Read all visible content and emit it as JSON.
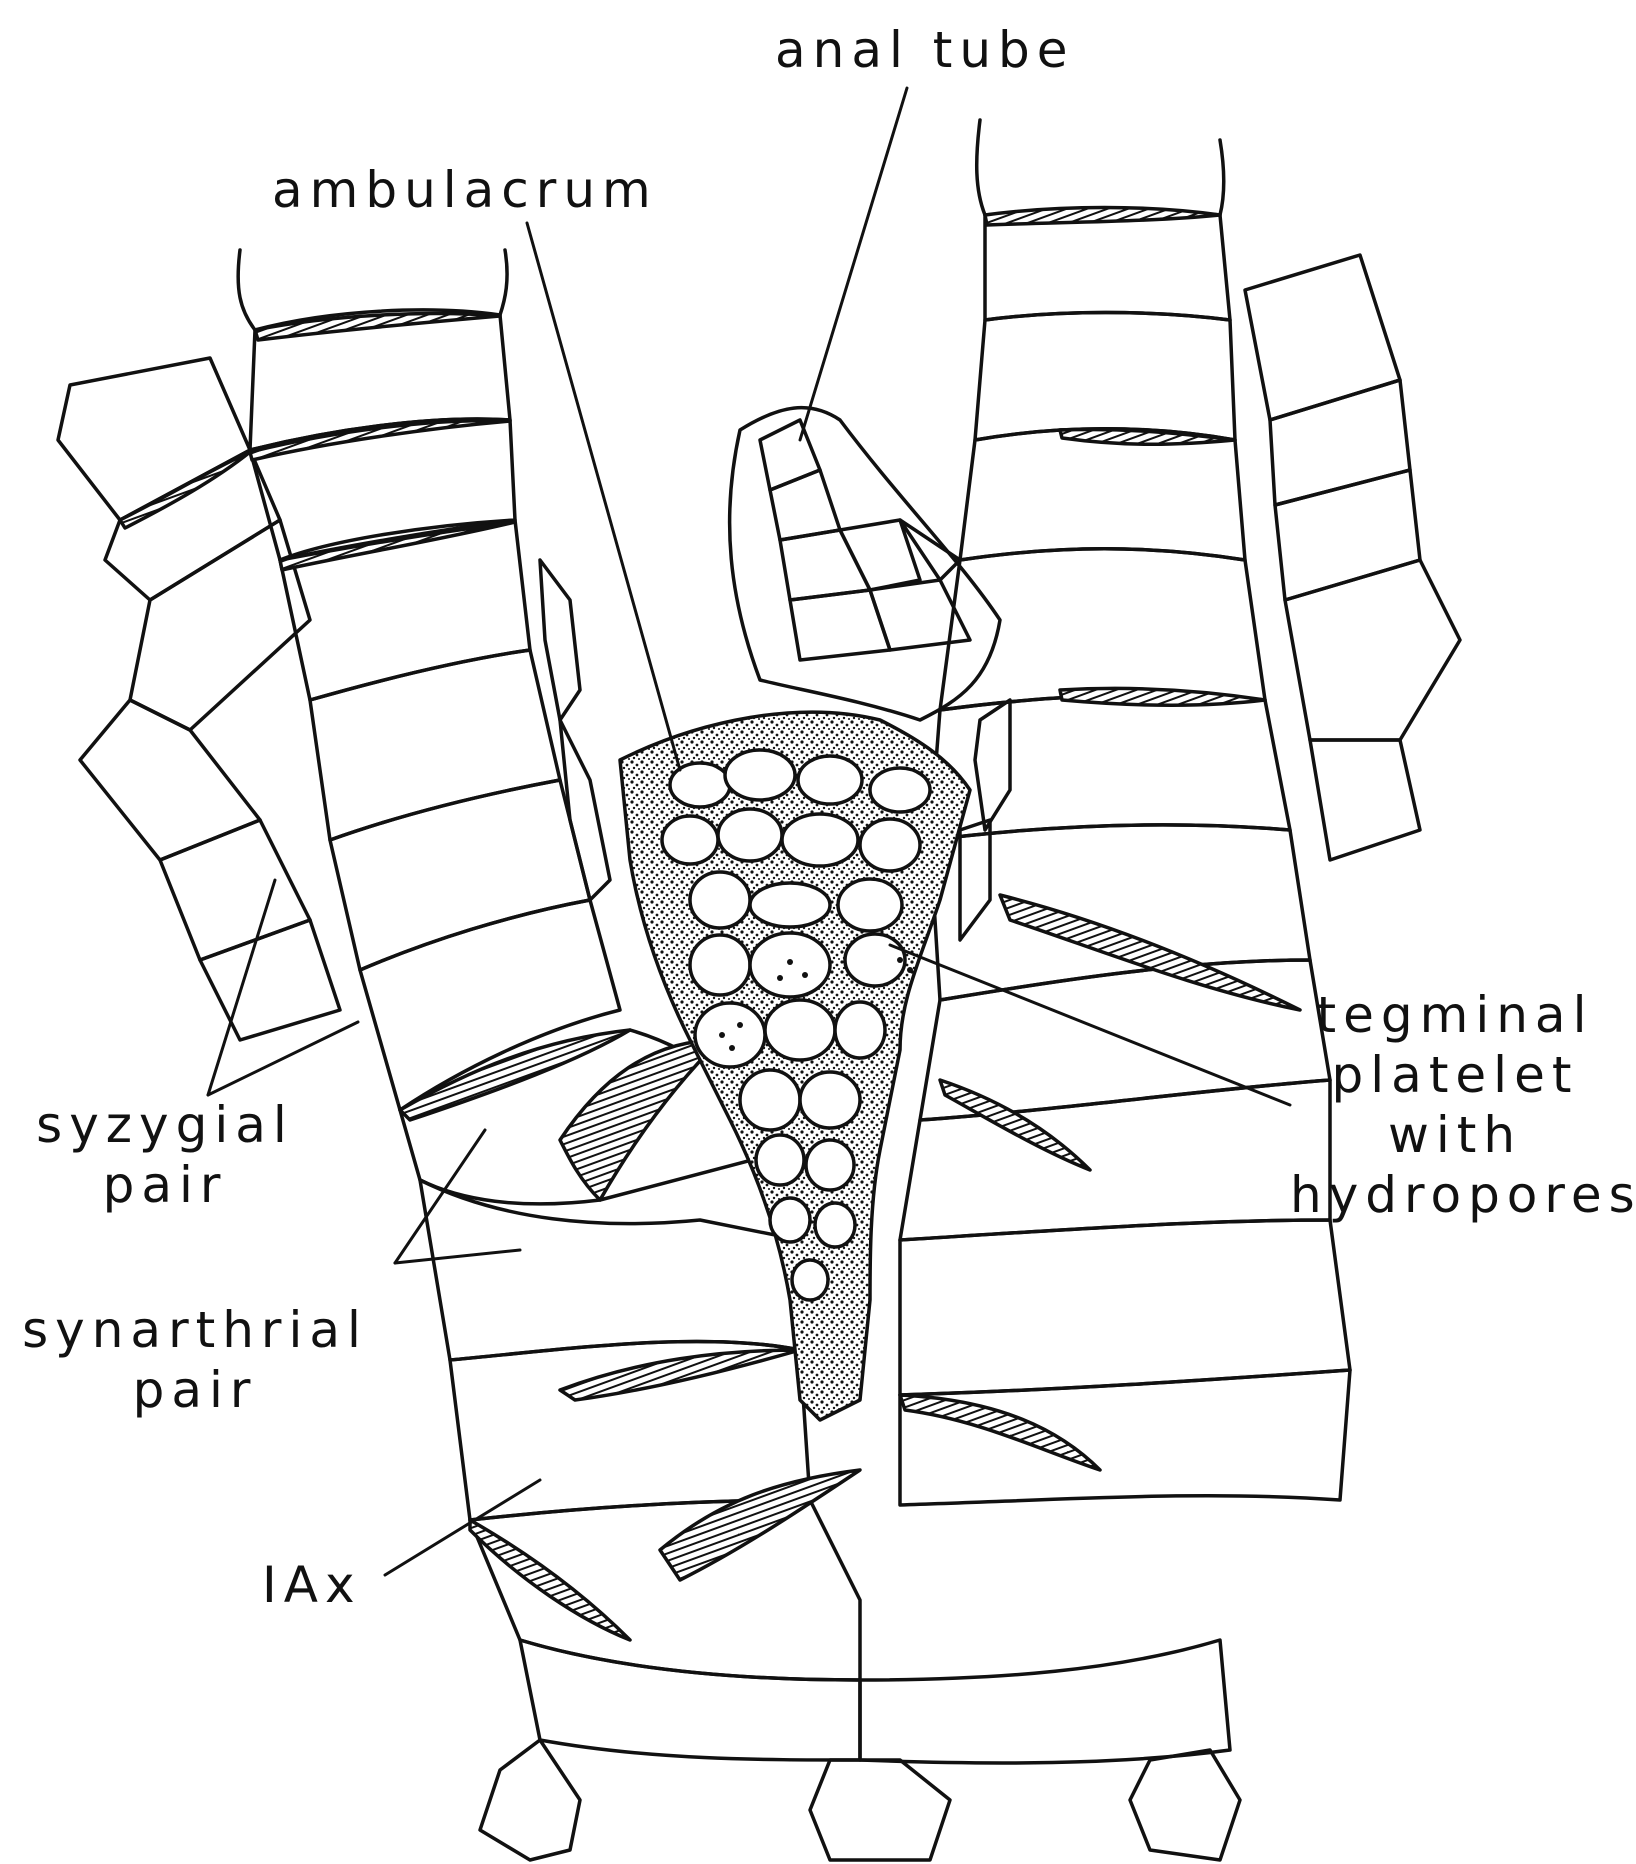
{
  "labels": {
    "anal_tube": "anal tube",
    "ambulacrum": "ambulacrum",
    "tegminal": [
      "tegminal",
      "platelet",
      "with",
      "hydropores"
    ],
    "syzygial": [
      "syzygial",
      "pair"
    ],
    "synarthrial": [
      "synarthrial",
      "pair"
    ],
    "iax": "IAx"
  },
  "colors": {
    "ink": "#111111",
    "paper": "#ffffff"
  }
}
